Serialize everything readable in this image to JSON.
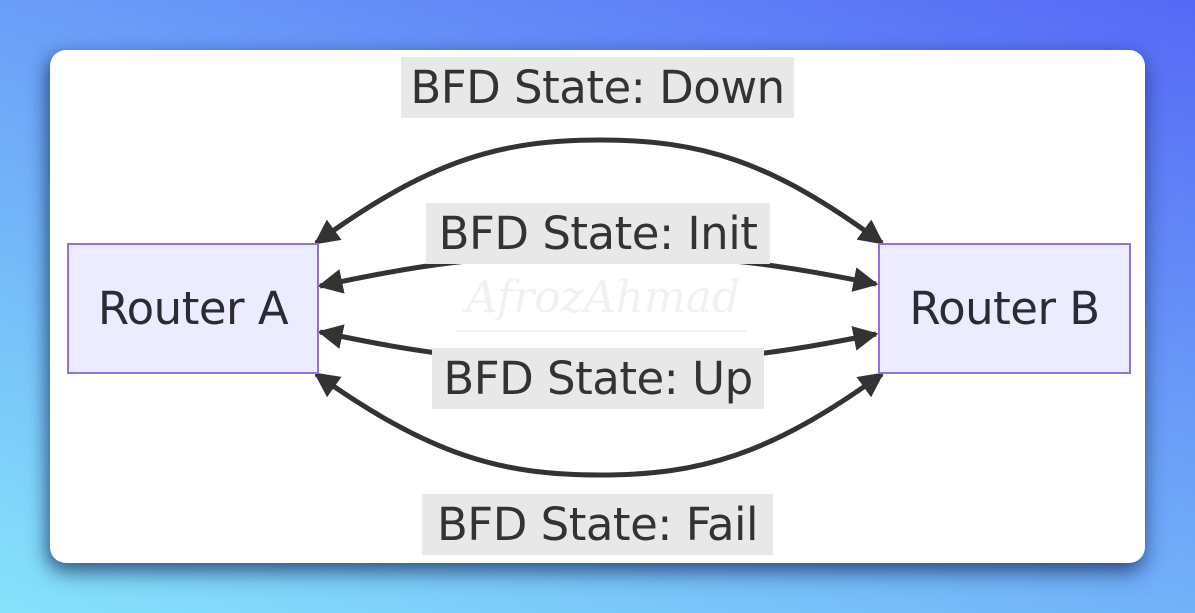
{
  "diagram": {
    "type": "flowchart",
    "nodes": [
      {
        "id": "A",
        "label": "Router A"
      },
      {
        "id": "B",
        "label": "Router B"
      }
    ],
    "edges": [
      {
        "from": "B",
        "to": "A",
        "label": "BFD State: Down",
        "bidirectional": true,
        "shape": "arc-top"
      },
      {
        "from": "A",
        "to": "B",
        "label": "BFD State: Init",
        "bidirectional": true,
        "shape": "straight"
      },
      {
        "from": "A",
        "to": "B",
        "label": "BFD State: Up",
        "bidirectional": true,
        "shape": "straight"
      },
      {
        "from": "A",
        "to": "B",
        "label": "BFD State: Fail",
        "bidirectional": true,
        "shape": "arc-bottom"
      }
    ],
    "watermark": "AfrozAhmad"
  },
  "colors": {
    "node_fill": "#ECECFF",
    "node_border": "#9370DB",
    "edge": "#333333",
    "label_bg": "#e8e8e8",
    "card_bg": "#ffffff"
  }
}
